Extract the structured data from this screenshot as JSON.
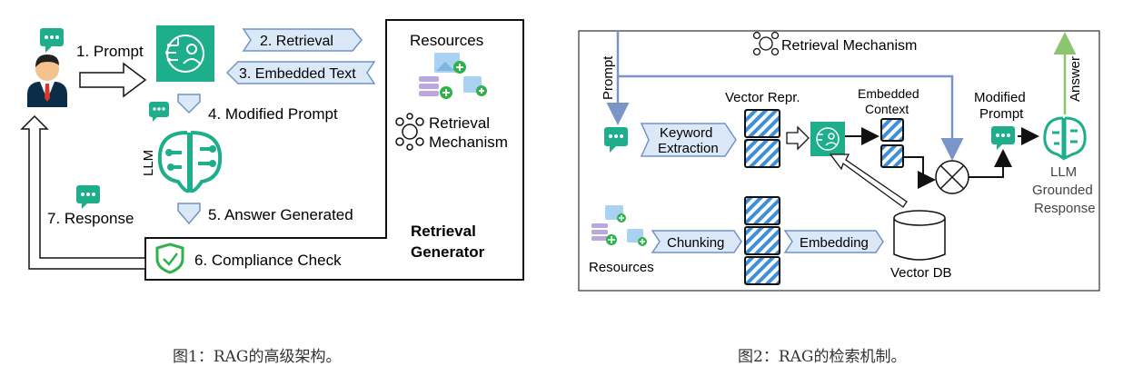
{
  "figure1": {
    "steps": {
      "prompt": "1. Prompt",
      "retrieval": "2. Retrieval",
      "embedded_text": "3. Embedded Text",
      "modified_prompt": "4. Modified Prompt",
      "answer_generated": "5. Answer Generated",
      "compliance_check": "6. Compliance Check",
      "response": "7. Response"
    },
    "llm_label": "LLM",
    "resources_label": "Resources",
    "retrieval_mechanism_line1": "Retrieval",
    "retrieval_mechanism_line2": "Mechanism",
    "generator_line1": "Retrieval",
    "generator_line2": "Generator",
    "caption": "图1：RAG的高级架构。"
  },
  "figure2": {
    "retrieval_mechanism": "Retrieval Mechanism",
    "prompt": "Prompt",
    "keyword_line1": "Keyword",
    "keyword_line2": "Extraction",
    "vector_repr": "Vector Repr.",
    "embedded_line1": "Embedded",
    "embedded_line2": "Context",
    "modified_line1": "Modified",
    "modified_line2": "Prompt",
    "answer": "Answer",
    "llm_line1": "LLM",
    "llm_line2": "Grounded",
    "llm_line3": "Response",
    "resources": "Resources",
    "chunking": "Chunking",
    "embedding": "Embedding",
    "vector_db": "Vector DB",
    "caption": "图2：RAG的检索机制。"
  },
  "colors": {
    "teal": "#1fae8c",
    "blue_arrow": "#7b95c9",
    "green_arrow": "#8bc56e",
    "label_fill": "#dbe8f7",
    "label_stroke": "#6f93c8",
    "hatch_blue": "#3f8fd8"
  }
}
